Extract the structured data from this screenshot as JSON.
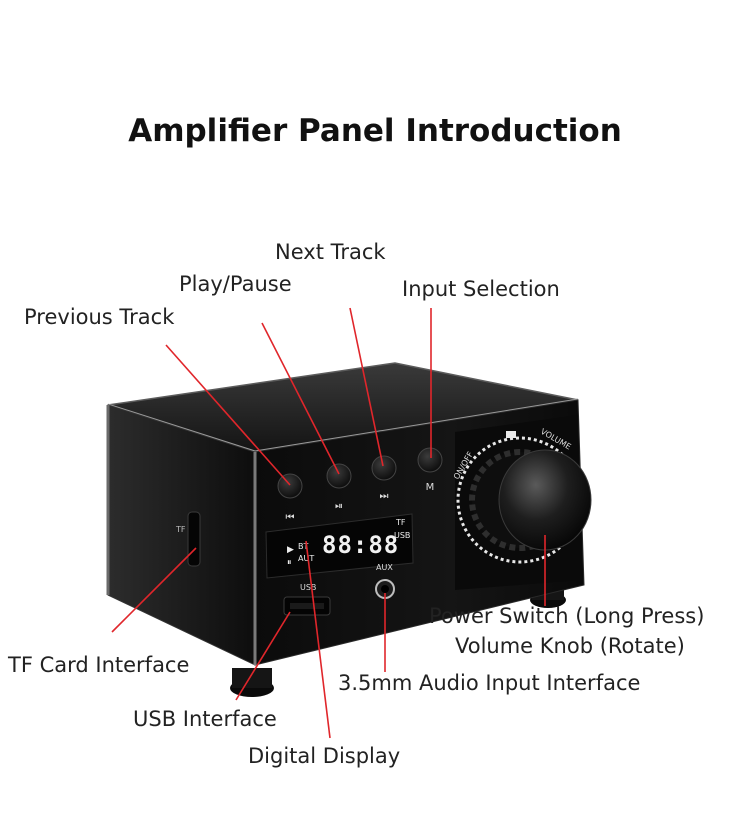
{
  "title": "Amplifier Panel Introduction",
  "labels": {
    "next_track": "Next Track",
    "play_pause": "Play/Pause",
    "input_selection": "Input Selection",
    "previous_track": "Previous Track",
    "power_switch": "Power Switch (Long Press)",
    "volume_knob": "Volume Knob (Rotate)",
    "tf_card": "TF Card Interface",
    "audio_input": "3.5mm Audio Input Interface",
    "usb_interface": "USB Interface",
    "digital_display": "Digital Display"
  },
  "device": {
    "button_prev_glyph": "⏮",
    "button_play_glyph": "⏯",
    "button_next_glyph": "⏭",
    "button_mode_glyph": "M",
    "display_digits": "88:88",
    "display_bt": "BT",
    "display_aut": "AUT",
    "display_tf": "TF",
    "display_usb": "USB",
    "aux_label": "AUX",
    "usb_label": "USB",
    "tf_label": "TF",
    "onoff_label": "ON/OFF",
    "volume_label": "VOLUME"
  },
  "colors": {
    "leader_line": "#e0262b",
    "body": "#111111",
    "display_text": "#f2f2f2"
  }
}
